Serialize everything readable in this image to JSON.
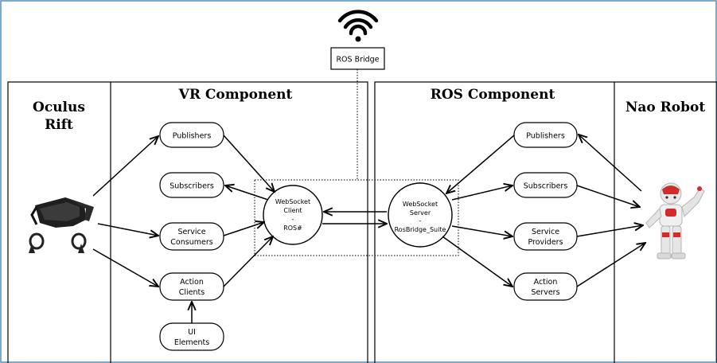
{
  "bridge": {
    "label": "ROS Bridge",
    "icon": "wifi-icon"
  },
  "sections": {
    "oculus": {
      "title_line1": "Oculus",
      "title_line2": "Rift"
    },
    "vr": {
      "title": "VR Component"
    },
    "ros": {
      "title": "ROS Component"
    },
    "nao": {
      "title": "Nao Robot"
    }
  },
  "vr_nodes": {
    "publishers": [
      "Publishers"
    ],
    "subscribers": [
      "Subscribers"
    ],
    "service_consumers": [
      "Service",
      "Consumers"
    ],
    "action_clients": [
      "Action",
      "Clients"
    ],
    "ui_elements": [
      "UI",
      "Elements"
    ]
  },
  "ros_nodes": {
    "publishers": [
      "Publishers"
    ],
    "subscribers": [
      "Subscribers"
    ],
    "service_providers": [
      "Service",
      "Providers"
    ],
    "action_servers": [
      "Action",
      "Servers"
    ]
  },
  "websocket_client": [
    "WebSocket",
    "Client",
    "-",
    "ROS#"
  ],
  "websocket_server": [
    "WebSocket",
    "Server",
    "-",
    "RosBridge_Suite"
  ],
  "images": {
    "vr_headset": "vr-headset-image",
    "robot": "nao-robot-image"
  },
  "colors": {
    "frame": "#4a8fbf",
    "robot_accent": "#d42a2a"
  }
}
